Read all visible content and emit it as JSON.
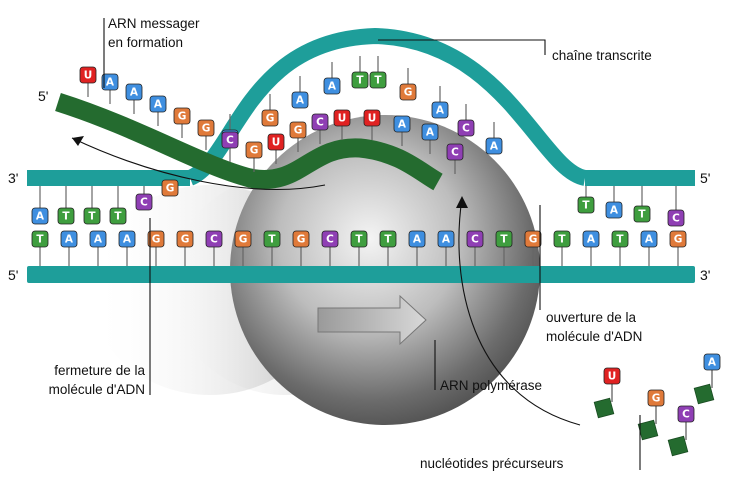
{
  "labels": {
    "mrna": [
      "ARN messager",
      "en formation"
    ],
    "transcribed": "chaîne transcrite",
    "opening": [
      "ouverture de la",
      "molécule d'ADN"
    ],
    "closing": [
      "fermeture de la",
      "molécule d'ADN"
    ],
    "polymerase": "ARN polymérase",
    "precursors": "nucléotides précurseurs"
  },
  "strand_ends": {
    "mrna_5": "5'",
    "upper_left": "3'",
    "upper_right": "5'",
    "lower_left": "5'",
    "lower_right": "3'"
  },
  "base_colors": {
    "A": "#3f8fe0",
    "T": "#3f9e3f",
    "G": "#e07a3a",
    "C": "#8f3fb4",
    "U": "#e02222"
  },
  "sequences": {
    "template_bottom": [
      "T",
      "A",
      "A",
      "A",
      "G",
      "G",
      "C",
      "G",
      "T",
      "G",
      "C",
      "T",
      "T",
      "A",
      "A",
      "C",
      "T",
      "G",
      "T",
      "A",
      "T",
      "A",
      "G"
    ],
    "coding_left": [
      "A",
      "T",
      "T",
      "T",
      "C",
      "G"
    ],
    "coding_bubble": [
      "A",
      "G",
      "A",
      "A",
      "T",
      "T",
      "G",
      "A",
      "C",
      "A"
    ],
    "coding_right": [
      "T",
      "A",
      "T",
      "C"
    ],
    "rna_strand": [
      "U",
      "A",
      "A",
      "A",
      "G",
      "G",
      "C",
      "G",
      "U",
      "G",
      "C",
      "U",
      "U",
      "A",
      "A",
      "C"
    ],
    "free_nucleotides": [
      "U",
      "G",
      "C",
      "A"
    ]
  }
}
